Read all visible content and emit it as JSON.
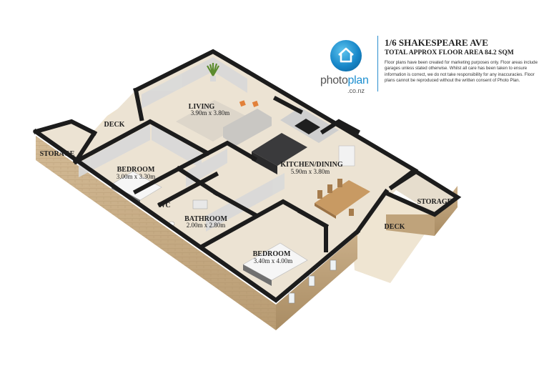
{
  "header": {
    "title": "1/6 SHAKESPEARE AVE",
    "subtitle": "TOTAL APPROX FLOOR AREA 84.2 SQM",
    "disclaimer": "Floor plans have been created for marketing purposes only. Floor areas include garages unless stated otherwise. Whilst all care has been taken to ensure information is correct, we do not take responsibility for any inaccuracies. Floor plans cannot be reproduced without the written consent of Photo Plan."
  },
  "logo": {
    "word_start": "photo",
    "word_accent": "plan",
    "tld": ".co.nz",
    "icon": "house-icon",
    "accent_color": "#1d8fd0"
  },
  "rooms": {
    "living": {
      "name": "LIVING",
      "dims": "3.90m x 3.80m"
    },
    "kitchen": {
      "name": "KITCHEN/DINING",
      "dims": "5.90m x 3.80m"
    },
    "bedroom1": {
      "name": "BEDROOM",
      "dims": "3.00m x 3.30m"
    },
    "bedroom2": {
      "name": "BEDROOM",
      "dims": "3.40m x 4.00m"
    },
    "bathroom": {
      "name": "BATHROOM",
      "dims": "2.00m x 2.80m"
    },
    "wc": {
      "name": "WC"
    },
    "storage_left": {
      "name": "STORAGE"
    },
    "storage_right": {
      "name": "STORAGE"
    },
    "deck_top": {
      "name": "DECK"
    },
    "deck_right": {
      "name": "DECK"
    }
  },
  "colors": {
    "floor": "#ece3d3",
    "wall_top": "#1c1c1c",
    "exterior_wall": "#c7ad86",
    "deck": "#efe5d2"
  }
}
